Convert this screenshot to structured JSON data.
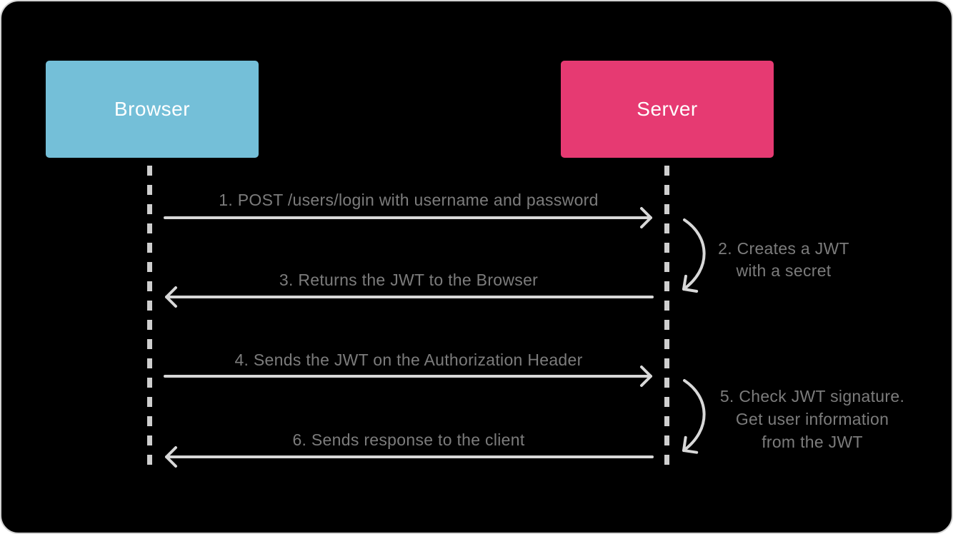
{
  "actors": [
    {
      "label": "Browser",
      "fill": "#74bfd8",
      "text_color": "#ffffff"
    },
    {
      "label": "Server",
      "fill": "#e63a72",
      "text_color": "#ffffff"
    }
  ],
  "messages": [
    {
      "label": "1. POST /users/login with username and password",
      "direction": "browser-to-server"
    },
    {
      "label": "2. Creates a JWT\nwith a secret",
      "direction": "server-self"
    },
    {
      "label": "3. Returns the JWT to the Browser",
      "direction": "server-to-browser"
    },
    {
      "label": "4. Sends the JWT on the Authorization Header",
      "direction": "browser-to-server"
    },
    {
      "label": "5. Check JWT signature.\nGet user information\nfrom the JWT",
      "direction": "server-self"
    },
    {
      "label": "6. Sends response to the client",
      "direction": "server-to-browser"
    }
  ],
  "colors": {
    "canvas_background": "#000000",
    "canvas_border": "#d2d2d2",
    "arrow": "#d8d8d8",
    "lifeline": "#cfcfcf",
    "message_text": "#7c7c7c"
  }
}
